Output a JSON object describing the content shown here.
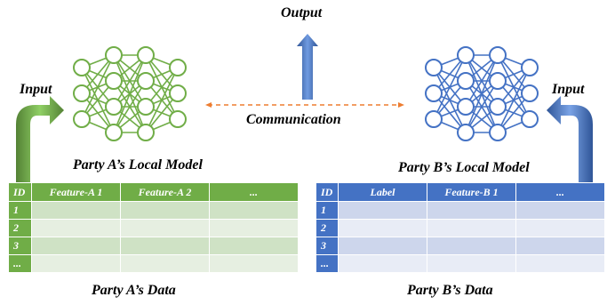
{
  "output_label": "Output",
  "communication_label": "Communication",
  "party_a": {
    "input_label": "Input",
    "model_label": "Party A’s Local Model",
    "data_label": "Party A’s Data",
    "table": {
      "headers": [
        "ID",
        "Feature-A 1",
        "Feature-A 2",
        "..."
      ],
      "row_ids": [
        "1",
        "2",
        "3",
        "..."
      ]
    },
    "color": "#70ad47"
  },
  "party_b": {
    "input_label": "Input",
    "model_label": "Party B’s Local Model",
    "data_label": "Party B’s Data",
    "table": {
      "headers": [
        "ID",
        "Label",
        "Feature-B 1",
        "..."
      ],
      "row_ids": [
        "1",
        "2",
        "3",
        "..."
      ]
    },
    "color": "#4472c4"
  },
  "arrow_color": "#ed7d31"
}
